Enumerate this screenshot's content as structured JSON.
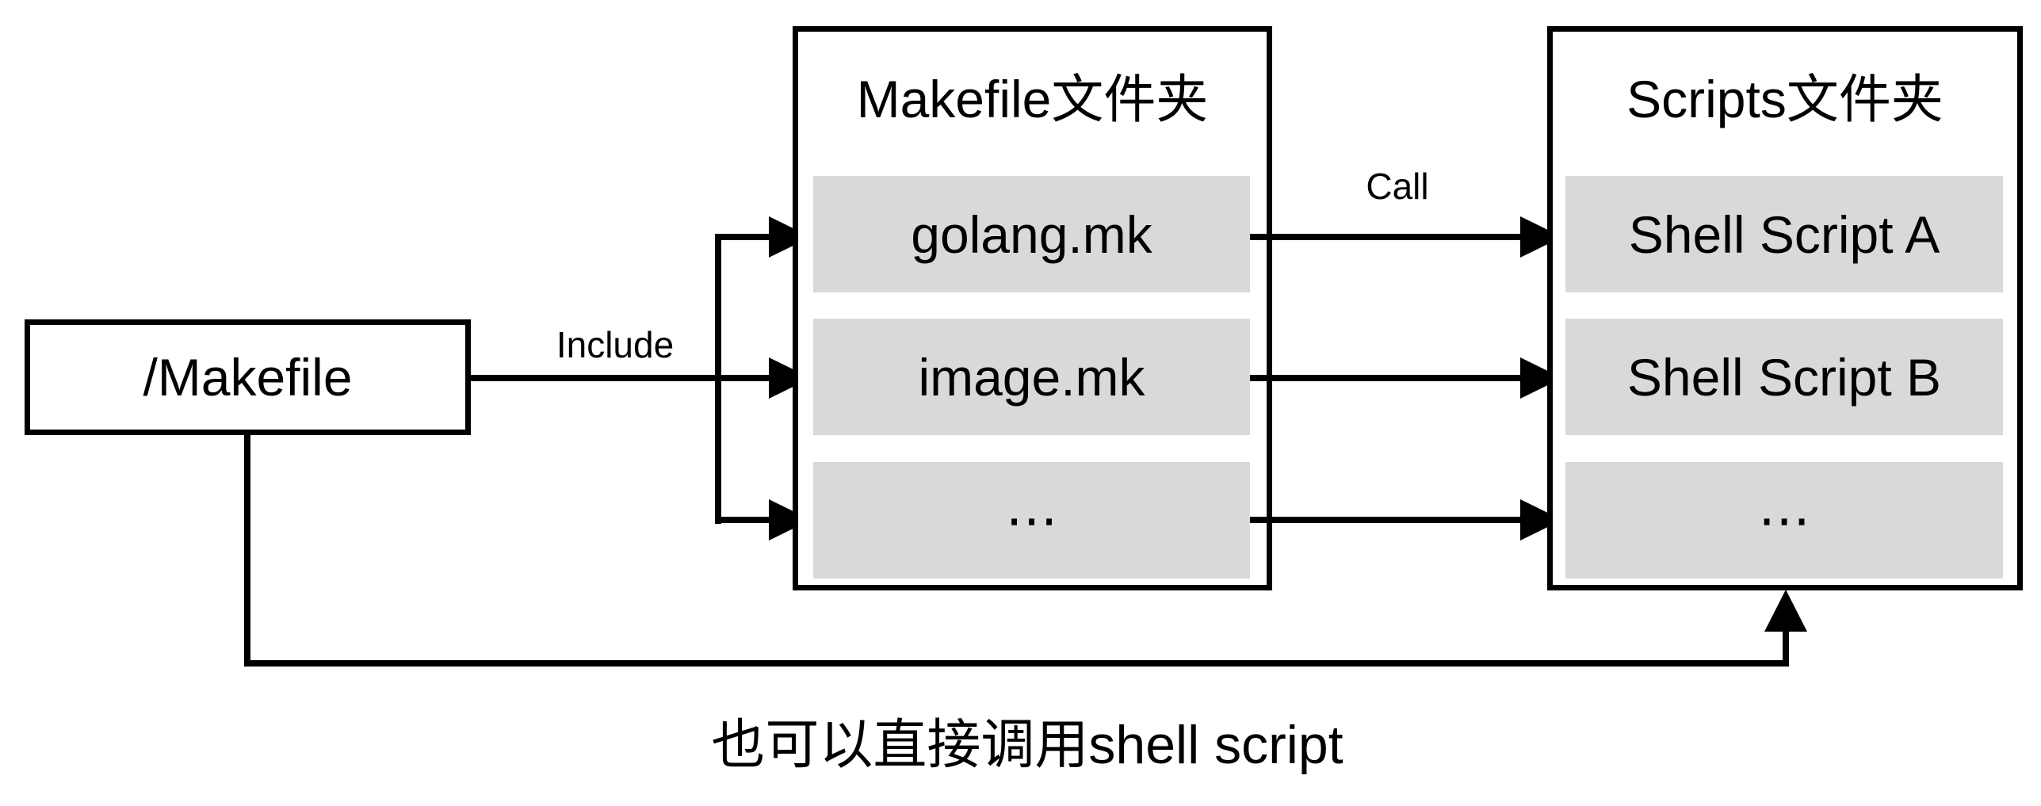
{
  "root_makefile": {
    "label": "/Makefile"
  },
  "include_edge": {
    "label": "Include"
  },
  "call_edge": {
    "label": "Call"
  },
  "makefile_folder": {
    "title": "Makefile文件夹",
    "items": [
      "golang.mk",
      "image.mk",
      "⋯"
    ]
  },
  "scripts_folder": {
    "title": "Scripts文件夹",
    "items": [
      "Shell Script A",
      "Shell Script B",
      "⋯"
    ]
  },
  "caption": "也可以直接调用shell script",
  "colors": {
    "line": "#000000",
    "text": "#000000",
    "item_fill": "#d9d9d9",
    "box_fill": "#ffffff",
    "background": "#ffffff"
  }
}
